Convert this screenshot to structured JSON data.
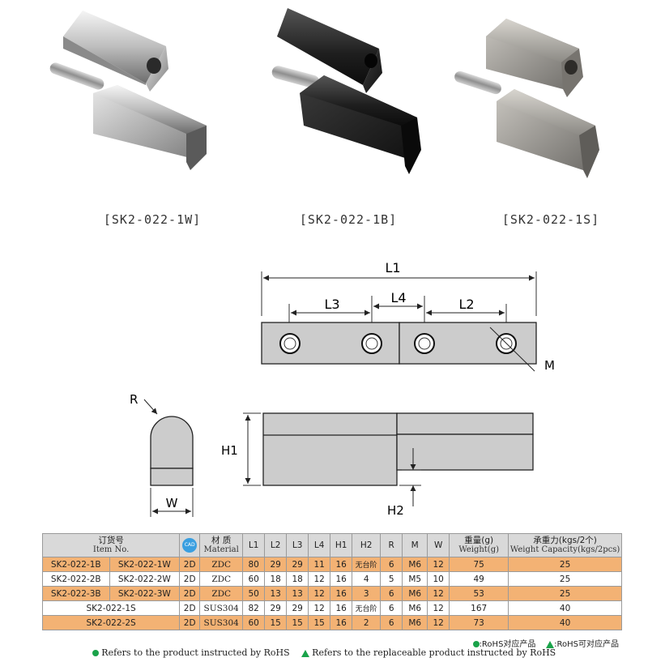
{
  "products": [
    {
      "code": "[SK2-022-1W]",
      "finish": "chrome"
    },
    {
      "code": "[SK2-022-1B]",
      "finish": "black"
    },
    {
      "code": "[SK2-022-1S]",
      "finish": "stainless"
    }
  ],
  "drawing": {
    "labels": {
      "L1": "L1",
      "L2": "L2",
      "L3": "L3",
      "L4": "L4",
      "M": "M",
      "R": "R",
      "W": "W",
      "H1": "H1",
      "H2": "H2"
    }
  },
  "table": {
    "headers": {
      "item_cn": "订货号",
      "item_en": "Item No.",
      "cad": "CAD",
      "material_cn": "材 质",
      "material_en": "Material",
      "L1": "L1",
      "L2": "L2",
      "L3": "L3",
      "L4": "L4",
      "H1": "H1",
      "H2": "H2",
      "R": "R",
      "M": "M",
      "W": "W",
      "weight_cn": "重量(g)",
      "weight_en": "Weight(g)",
      "capacity_cn": "承重力(kgs/2个)",
      "capacity_en": "Weight Capacity(kgs/2pcs)"
    },
    "rows": [
      {
        "item1": "SK2-022-1B",
        "item2": "SK2-022-1W",
        "cad": "2D",
        "material": "ZDC",
        "L1": "80",
        "L2": "29",
        "L3": "29",
        "L4": "11",
        "H1": "16",
        "H2": "无台阶",
        "R": "6",
        "M": "M6",
        "W": "12",
        "weight": "75",
        "capacity": "25",
        "style": "orange"
      },
      {
        "item1": "SK2-022-2B",
        "item2": "SK2-022-2W",
        "cad": "2D",
        "material": "ZDC",
        "L1": "60",
        "L2": "18",
        "L3": "18",
        "L4": "12",
        "H1": "16",
        "H2": "4",
        "R": "5",
        "M": "M5",
        "W": "10",
        "weight": "49",
        "capacity": "25",
        "style": "white"
      },
      {
        "item1": "SK2-022-3B",
        "item2": "SK2-022-3W",
        "cad": "2D",
        "material": "ZDC",
        "L1": "50",
        "L2": "13",
        "L3": "13",
        "L4": "12",
        "H1": "16",
        "H2": "3",
        "R": "6",
        "M": "M6",
        "W": "12",
        "weight": "53",
        "capacity": "25",
        "style": "orange"
      },
      {
        "item1": "SK2-022-1S",
        "item2": "",
        "cad": "2D",
        "material": "SUS304",
        "L1": "82",
        "L2": "29",
        "L3": "29",
        "L4": "12",
        "H1": "16",
        "H2": "无台阶",
        "R": "6",
        "M": "M6",
        "W": "12",
        "weight": "167",
        "capacity": "40",
        "style": "white"
      },
      {
        "item1": "SK2-022-2S",
        "item2": "",
        "cad": "2D",
        "material": "SUS304",
        "L1": "60",
        "L2": "15",
        "L3": "15",
        "L4": "15",
        "H1": "16",
        "H2": "2",
        "R": "6",
        "M": "M6",
        "W": "12",
        "weight": "73",
        "capacity": "40",
        "style": "orange"
      }
    ]
  },
  "legend": {
    "rohs_cn": ":RoHS对应产品",
    "replace_cn": ":RoHS可对应产品",
    "rohs_en": "Refers to the product instructed by RoHS",
    "replace_en": "Refers to the replaceable product instructed by RoHS",
    "green": "#1aa34a"
  }
}
